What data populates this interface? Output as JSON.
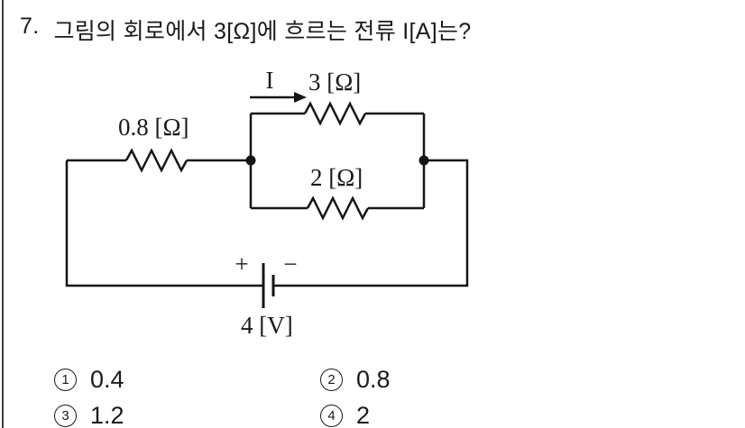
{
  "question": {
    "number": "7.",
    "text": "그림의 회로에서 3[Ω]에 흐르는 전류 I[A]는?"
  },
  "circuit": {
    "labels": {
      "current": "I",
      "resistor_top": "3 [Ω]",
      "resistor_series": "0.8 [Ω]",
      "resistor_bottom": "2 [Ω]",
      "battery_plus": "+",
      "battery_minus": "−",
      "battery_voltage": "4 [V]"
    }
  },
  "choices": [
    {
      "num": "1",
      "value": "0.4"
    },
    {
      "num": "2",
      "value": "0.8"
    },
    {
      "num": "3",
      "value": "1.2"
    },
    {
      "num": "4",
      "value": "2"
    }
  ],
  "colors": {
    "ink": "#1a1a1a",
    "background": "#ffffff"
  }
}
